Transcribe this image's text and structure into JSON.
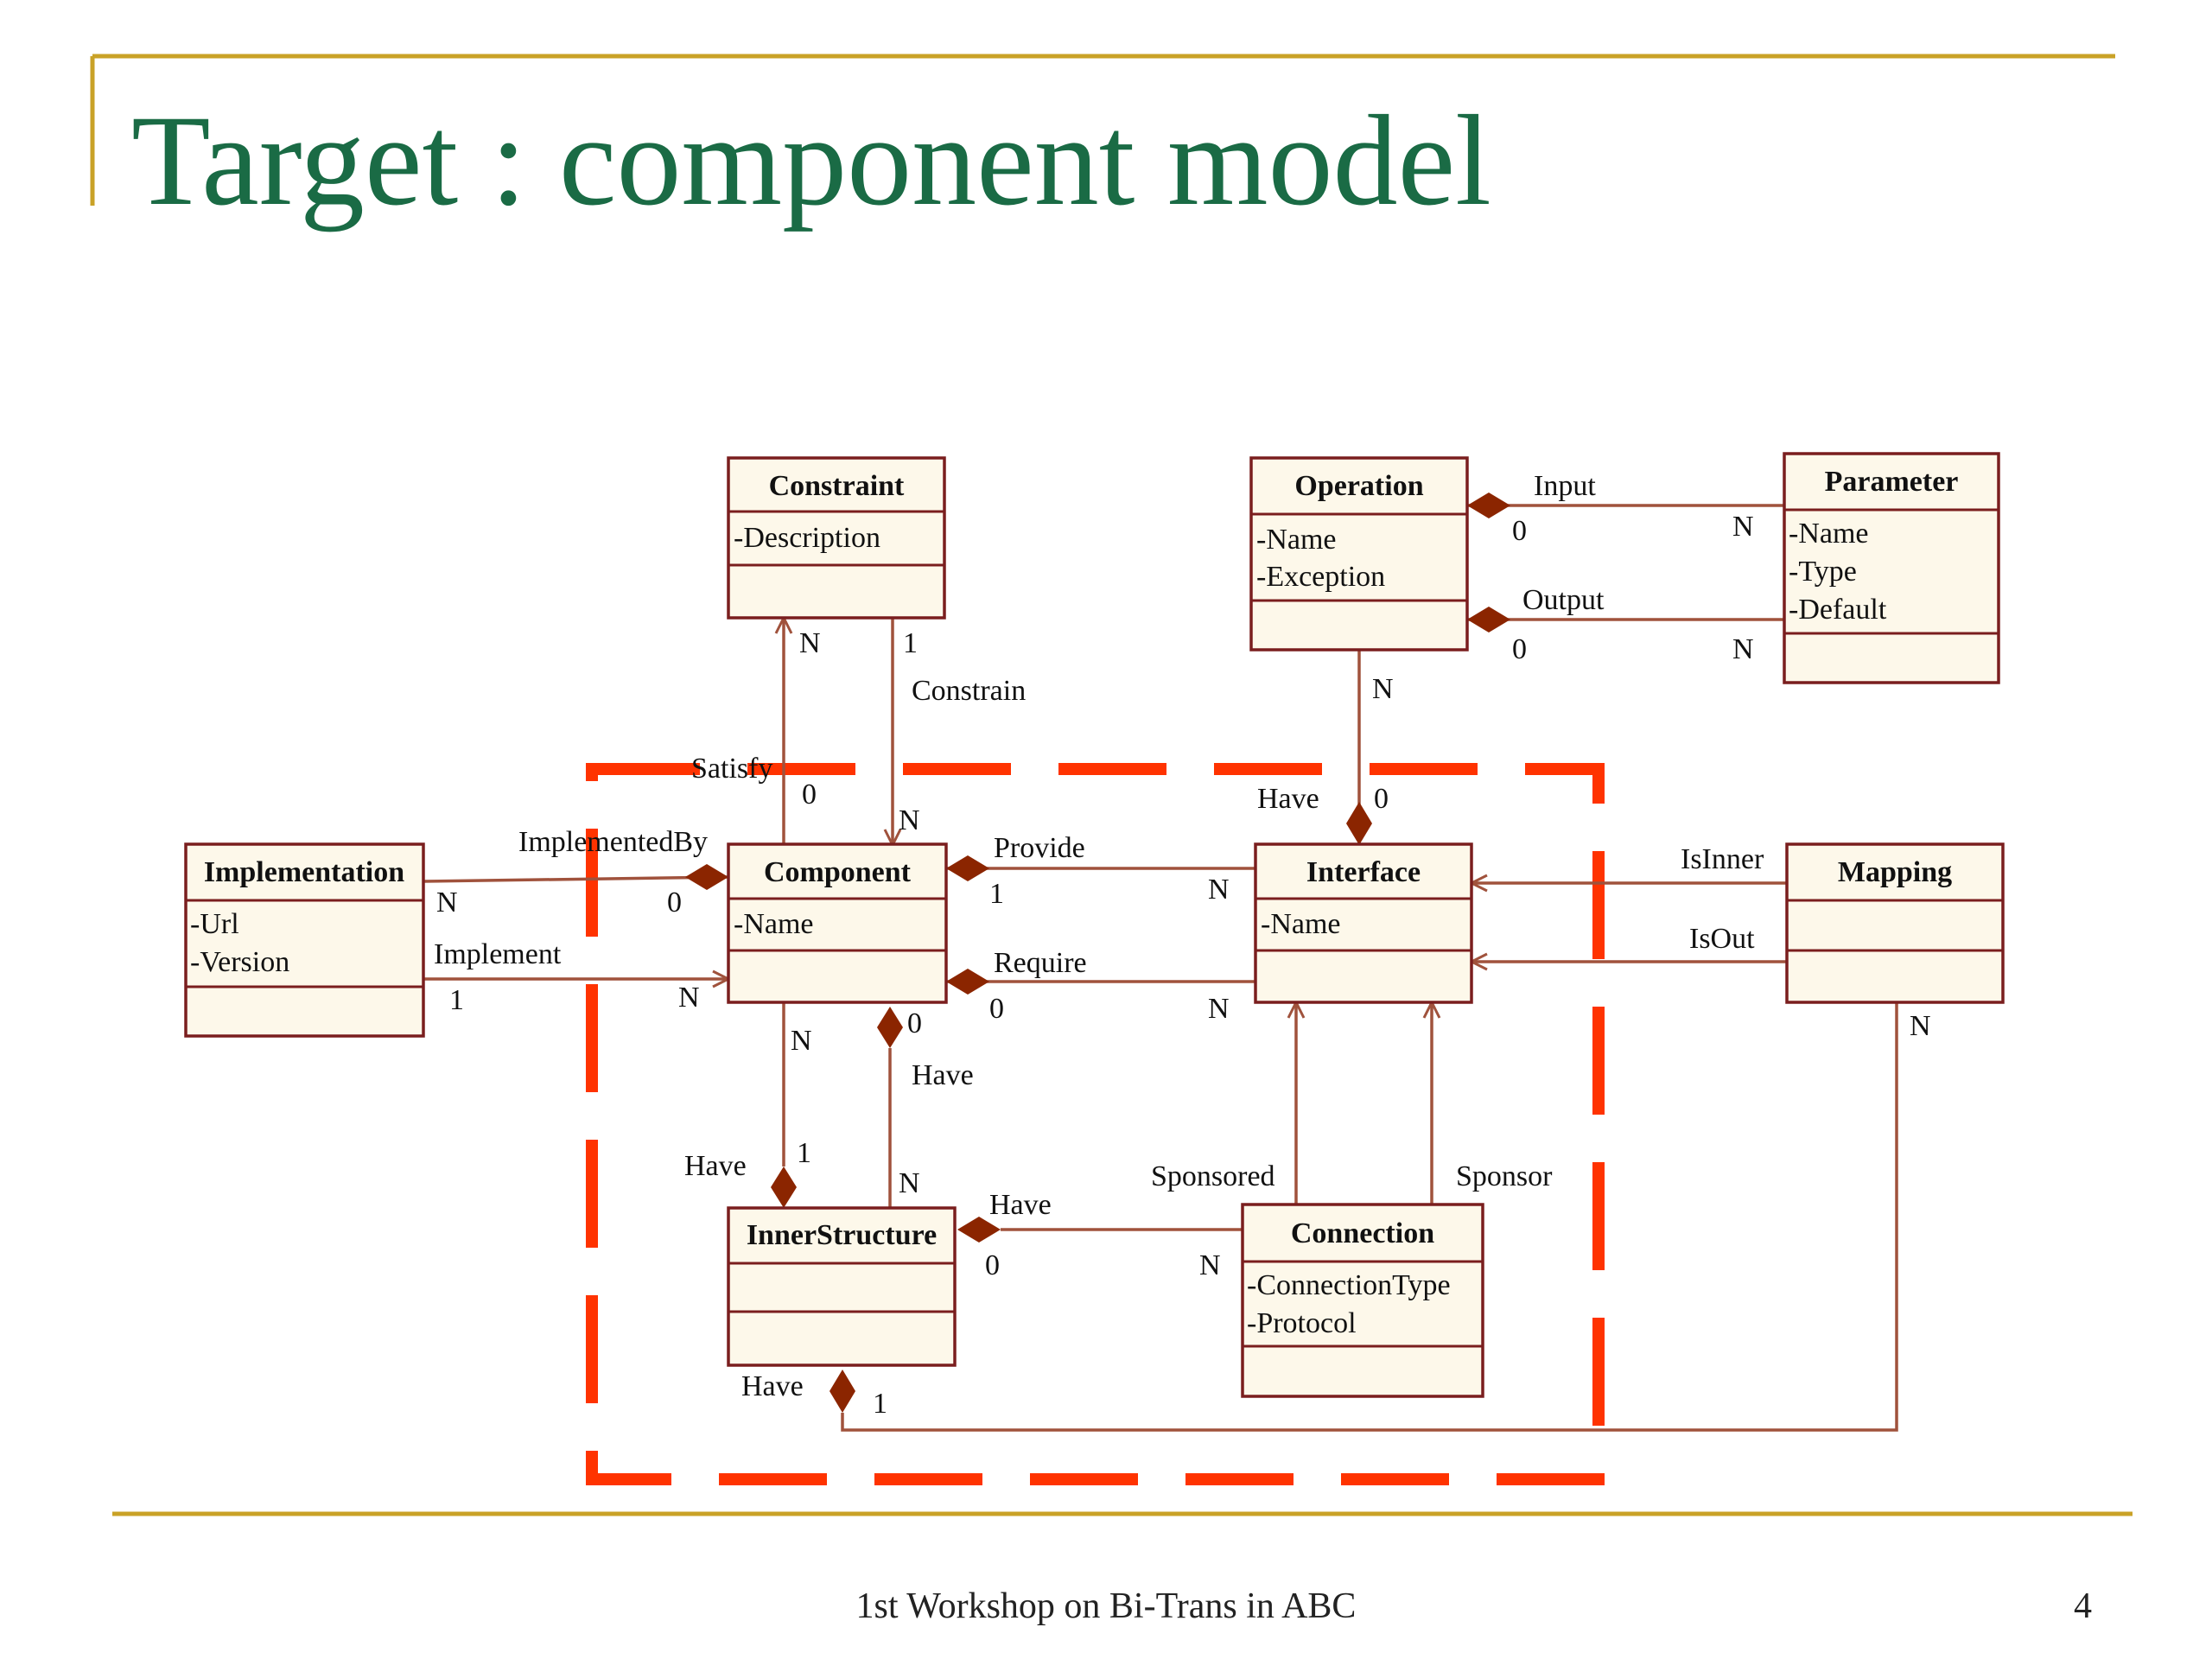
{
  "slide": {
    "title": "Target : component model",
    "footer": "1st Workshop on Bi-Trans in ABC",
    "page_number": "4"
  },
  "colors": {
    "title": "#1a6b45",
    "rule": "#c9a227",
    "box_fill": "#fdf8ea",
    "box_stroke": "#7a1e1e",
    "line": "#a0523c",
    "diamond": "#8b2500",
    "dashed_region": "#ff3300"
  },
  "classes": {
    "constraint": {
      "name": "Constraint",
      "attrs": [
        "-Description"
      ]
    },
    "operation": {
      "name": "Operation",
      "attrs": [
        "-Name",
        "-Exception"
      ]
    },
    "parameter": {
      "name": "Parameter",
      "attrs": [
        "-Name",
        "-Type",
        "-Default"
      ]
    },
    "implementation": {
      "name": "Implementation",
      "attrs": [
        "-Url",
        "-Version"
      ]
    },
    "component": {
      "name": "Component",
      "attrs": [
        "-Name"
      ]
    },
    "interface": {
      "name": "Interface",
      "attrs": [
        "-Name"
      ]
    },
    "mapping": {
      "name": "Mapping",
      "attrs": []
    },
    "innerstructure": {
      "name": "InnerStructure",
      "attrs": []
    },
    "connection": {
      "name": "Connection",
      "attrs": [
        "-ConnectionType",
        "-Protocol"
      ]
    }
  },
  "relations": {
    "input": "Input",
    "output": "Output",
    "constrain": "Constrain",
    "satisfy": "Satisfy",
    "have": "Have",
    "implemented_by": "ImplementedBy",
    "implement": "Implement",
    "provide": "Provide",
    "require": "Require",
    "is_inner": "IsInner",
    "is_out": "IsOut",
    "sponsored": "Sponsored",
    "sponsor": "Sponsor"
  },
  "multiplicities": {
    "zero": "0",
    "one": "1",
    "many": "N"
  }
}
